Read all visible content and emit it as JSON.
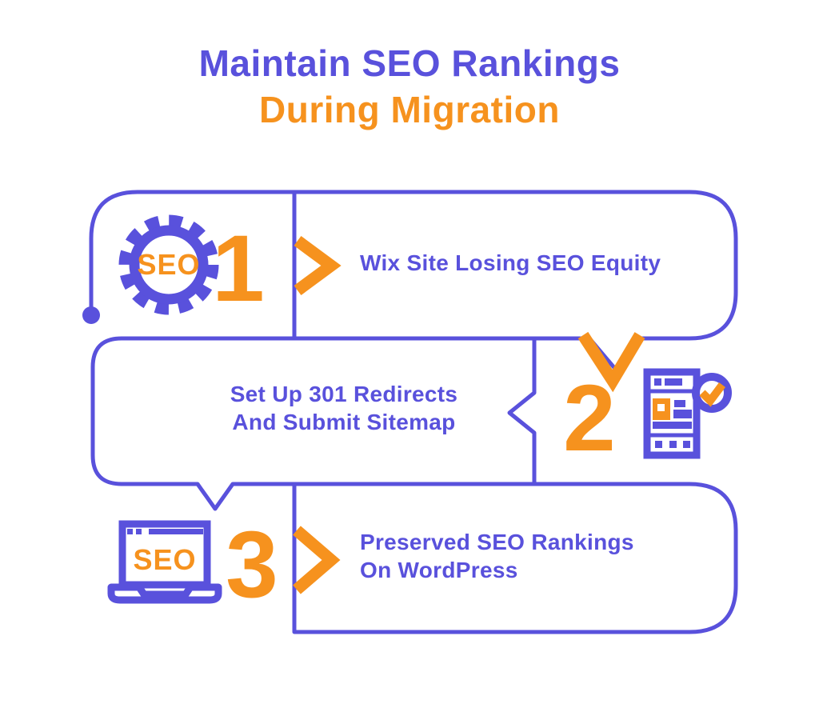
{
  "colors": {
    "purple": "#5951dc",
    "orange": "#f6921e",
    "bg": "#ffffff"
  },
  "title": {
    "line1": "Maintain SEO Rankings",
    "line2": "During Migration"
  },
  "steps": [
    {
      "number": "1",
      "icon": "seo-gear-icon",
      "icon_label": "SEO",
      "text_line1": "Wix Site Losing SEO Equity",
      "text_line2": ""
    },
    {
      "number": "2",
      "icon": "webpage-checklist-icon",
      "icon_label": "",
      "text_line1": "Set Up 301 Redirects",
      "text_line2": "And Submit Sitemap"
    },
    {
      "number": "3",
      "icon": "laptop-seo-icon",
      "icon_label": "SEO",
      "text_line1": "Preserved SEO Rankings",
      "text_line2": "On WordPress"
    }
  ],
  "icons": [
    "seo-gear-icon",
    "flow-arrow-down-icon",
    "webpage-checklist-icon",
    "check-badge-icon",
    "laptop-seo-icon",
    "chevron-right-icon",
    "connector-dot"
  ]
}
